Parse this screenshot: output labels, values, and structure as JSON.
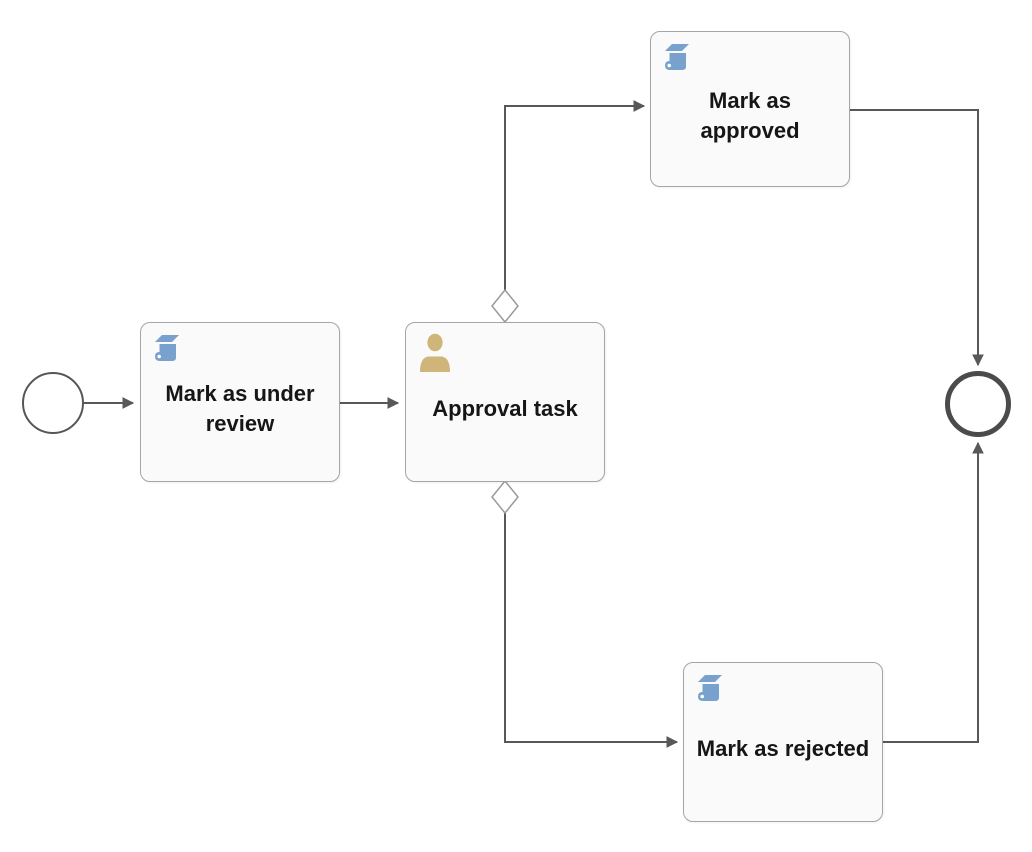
{
  "colors": {
    "connector": "#585858",
    "task_fill": "#fafafa",
    "task_border": "#a5a5a5",
    "event_border": "#565656",
    "end_event_border": "#4b4b4b",
    "diamond_border": "#9a9a9a",
    "script_icon": "#78a2cd",
    "user_icon": "#cfb579"
  },
  "nodes": {
    "start": {
      "type": "start-event"
    },
    "under_review": {
      "label": "Mark as under review",
      "type": "script-task",
      "icon": "script-icon"
    },
    "approval": {
      "label": "Approval task",
      "type": "user-task",
      "icon": "user-icon"
    },
    "approved": {
      "label": "Mark as approved",
      "type": "script-task",
      "icon": "script-icon"
    },
    "rejected": {
      "label": "Mark as rejected",
      "type": "script-task",
      "icon": "script-icon"
    },
    "end": {
      "type": "end-event"
    }
  },
  "flows": [
    {
      "from": "start",
      "to": "under_review",
      "conditional": false
    },
    {
      "from": "under_review",
      "to": "approval",
      "conditional": false
    },
    {
      "from": "approval",
      "to": "approved",
      "conditional": true
    },
    {
      "from": "approval",
      "to": "rejected",
      "conditional": true
    },
    {
      "from": "approved",
      "to": "end",
      "conditional": false
    },
    {
      "from": "rejected",
      "to": "end",
      "conditional": false
    }
  ]
}
